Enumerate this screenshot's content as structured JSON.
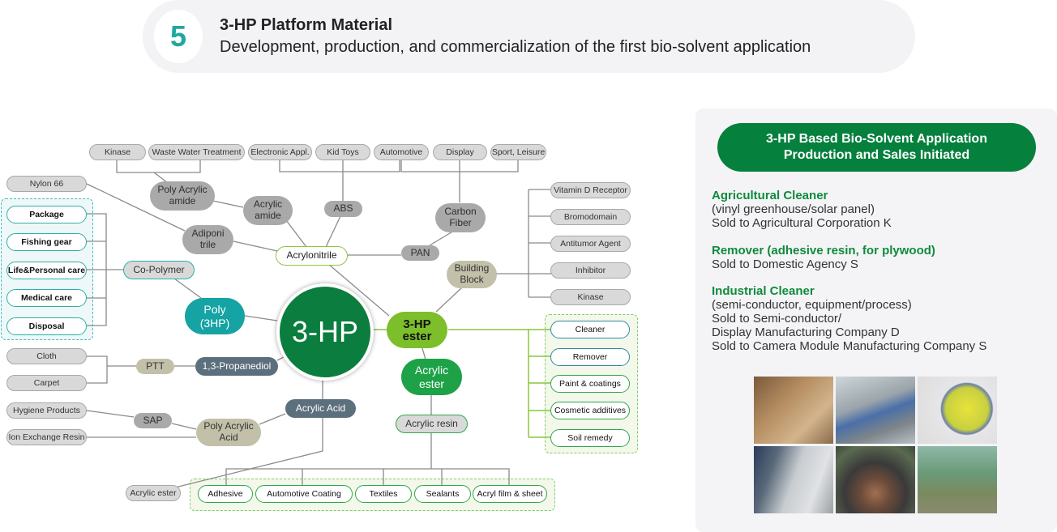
{
  "header": {
    "number": "5",
    "title": "3-HP Platform Material",
    "subtitle": "Development, production, and commercialization of the first bio-solvent application"
  },
  "diagram": {
    "center": "3-HP",
    "top_leaves": [
      "Kinase",
      "Waste Water Treatment",
      "Electronic Appl.",
      "Kid Toys",
      "Automotive",
      "Display",
      "Sport, Leisure"
    ],
    "nylon": "Nylon 66",
    "poly_acrylic_amide": [
      "Poly Acrylic",
      "amide"
    ],
    "acrylic_amide": [
      "Acrylic",
      "amide"
    ],
    "abs": "ABS",
    "carbon_fiber": [
      "Carbon",
      "Fiber"
    ],
    "adiponitrile": [
      "Adiponi",
      "trile"
    ],
    "acrylonitrile": "Acrylonitrile",
    "pan": "PAN",
    "building_block": [
      "Building",
      "Block"
    ],
    "building_block_leaves": [
      "Vitamin D Receptor",
      "Bromodomain",
      "Antitumor Agent",
      "Inhibitor",
      "Kinase"
    ],
    "copolymer_leaves": [
      "Package",
      "Fishing gear",
      "Life&Personal care",
      "Medical care",
      "Disposal"
    ],
    "copolymer": "Co-Polymer",
    "poly3hp": [
      "Poly",
      "(3HP)"
    ],
    "hp_ester": [
      "3-HP",
      "ester"
    ],
    "ester_leaves": [
      "Cleaner",
      "Remover",
      "Paint & coatings",
      "Cosmetic additives",
      "Soil remedy"
    ],
    "ptt_leaves": [
      "Cloth",
      "Carpet"
    ],
    "ptt": "PTT",
    "propanediol": "1,3-Propanediol",
    "acrylic_ester_node": [
      "Acrylic",
      "ester"
    ],
    "acrylic_resin": "Acrylic resin",
    "acrylic_acid": "Acrylic Acid",
    "sap_leaves": [
      "Hygiene Products",
      "Ion Exchange Resin"
    ],
    "sap": "SAP",
    "poly_acrylic_acid": [
      "Poly Acrylic",
      "Acid"
    ],
    "acrylic_ester_leaf": "Acrylic ester",
    "resin_leaves": [
      "Adhesive",
      "Automotive Coating",
      "Textiles",
      "Sealants",
      "Acryl film & sheet"
    ]
  },
  "panel": {
    "banner": [
      "3-HP Based Bio-Solvent Application",
      "Production and Sales Initiated"
    ],
    "sections": [
      {
        "title": "Agricultural Cleaner",
        "lines": [
          "(vinyl greenhouse/solar panel)",
          "Sold to Agricultural Corporation K"
        ]
      },
      {
        "title": "Remover (adhesive resin, for plywood)",
        "lines": [
          "Sold to Domestic Agency S"
        ]
      },
      {
        "title": "Industrial Cleaner",
        "lines": [
          "(semi-conductor, equipment/process)",
          "Sold to Semi-conductor/",
          "Display Manufacturing Company D",
          "Sold to Camera Module Manufacturing Company S"
        ]
      }
    ],
    "photos": [
      "wood-cleaning-photo",
      "gear-cleaning-photo",
      "wafer-cleaning-photo",
      "tank-spraying-photo",
      "brake-disc-cleaning-photo",
      "greenhouse-photo"
    ]
  },
  "colors": {
    "brand_green": "#06803d",
    "teal": "#16a3a3",
    "lime": "#7cbf2a",
    "accent_number": "#1fa8a0"
  }
}
